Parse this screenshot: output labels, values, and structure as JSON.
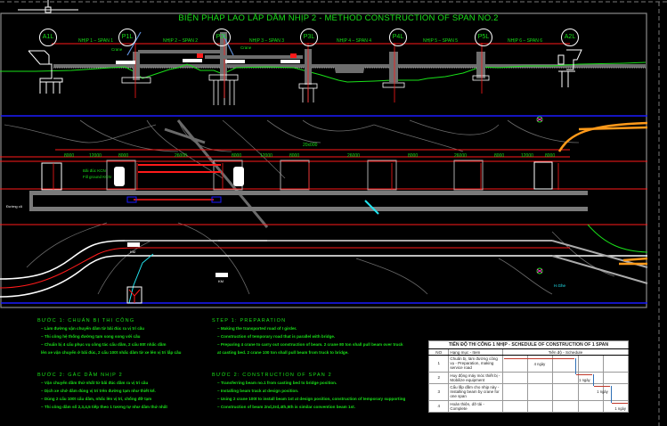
{
  "title": "BIỆN PHÁP LAO LẮP DẦM NHỊP 2 - METHOD CONSTRUCTION OF SPAN NO.2",
  "elevation": {
    "axes": [
      "A1L",
      "P1L",
      "P2L",
      "P3L",
      "P4L",
      "P5L",
      "A2L"
    ],
    "spans": [
      "NHỊP 1 – SPAN 1",
      "NHỊP 2 – SPAN 2",
      "NHỊP 3 – SPAN 3",
      "NHỊP 4 – SPAN 4",
      "NHỊP 5 – SPAN 5",
      "NHỊP 6 – SPAN 6"
    ],
    "crane_labels": [
      "Crane",
      "Crane"
    ]
  },
  "plan": {
    "overall_dim": "20x000",
    "dims": [
      "8000",
      "12000",
      "8000",
      "26000",
      "8000",
      "12000",
      "8000",
      "26000",
      "8000",
      "26000",
      "8000",
      "12000",
      "8000"
    ],
    "stockpile_labels": [
      "Bãi đúc KCN",
      "Fill ground KCN"
    ],
    "road_label": "Đường cũ",
    "marker_labels": [
      "KM",
      "KM"
    ],
    "cyan_label": "H.Ghe"
  },
  "notes_vi": {
    "step1": {
      "heading": "BƯỚC 1: CHUẨN BỊ THI CÔNG",
      "lines": [
        "– Làm đường vận chuyển dầm từ bãi đúc ra vị trí cầu",
        "– Thi công hệ thống đường tạm song song với cầu",
        "– Chuẩn bị 4 cẩu phục vụ công tác cẩu dầm, 2 cẩu 80t nhấc dầm",
        "lên xe vận chuyển ở bãi đúc, 2 cẩu 100t nhấc dầm từ xe lên vị trí lắp cầu"
      ]
    },
    "step2": {
      "heading": "BƯỚC 2: GÁC DẦM NHỊP 2",
      "lines": [
        "– Vận chuyển dầm thứ nhất từ bãi đúc dầm ra vị trí cầu",
        "– Dịch xe chở dầm đúng vị trí trên đường tạm như thiết kế.",
        "– Dùng 2 cẩu 100t cẩu dầm, nhấc lên vị trí, chống đỡ tạm",
        "– Thi công dầm số 2,3,4,5 tiếp theo 1 tương tự như dầm thứ nhất"
      ]
    }
  },
  "notes_en": {
    "step1": {
      "heading": "STEP 1: PREPARATION",
      "lines": [
        "– Making the transported road of I girder.",
        "– Construction of temporary road that is parallel with bridge.",
        "– Preparing 4 crane to carry out construction of beam. 2 crane 80 ton shall pull beam over truck",
        "at casting bed. 2 crane 100 ton shall pull beam from truck to bridge."
      ]
    },
    "step2": {
      "heading": "BƯỚC 2: CONSTRUCTION OF SPAN 2",
      "lines": [
        "– Transferring beam no.1 from casting bed to bridge position.",
        "– Installing beam track at design position.",
        "– Using 2 crane 100t to install beam 1st at design position, construction of temporary supporting",
        "– Construction of beam 2nd,3rd,4th,5th is similar convention beam 1st."
      ]
    }
  },
  "schedule": {
    "caption": "TIẾN ĐỘ THI CÔNG 1 NHỊP - SCHEDULE OF CONSTRUCTION OF 1 SPAN",
    "headers": {
      "no": "NO",
      "item": "Hạng mục - Item",
      "schedule": "Tiến độ - Schedule"
    },
    "rows": [
      {
        "no": "1",
        "item": "Chuẩn bị, làm đường công vụ - Preparation, making service road",
        "duration": "4 ngày",
        "start": 0,
        "days": 4
      },
      {
        "no": "2",
        "item": "Huy động máy móc thiết bị - Mobilize equipment",
        "duration": "1 ngày",
        "start": 4,
        "days": 1
      },
      {
        "no": "3",
        "item": "Cẩu lắp dầm cho nhịp này - Installing beam by crane for one span",
        "duration": "1 ngày",
        "start": 5,
        "days": 1
      },
      {
        "no": "4",
        "item": "Hoàn thiện, dỡ tải - Complete",
        "duration": "1 ngày",
        "start": 6,
        "days": 1
      }
    ],
    "total_days": 7
  },
  "colors": {
    "background": "#000000",
    "text_green": "#19e019",
    "centerline_red": "#ff1a1a",
    "gray": "#8a8a8a",
    "blue": "#1a1aff",
    "orange": "#ff9a1a",
    "cyan": "#22e5f0",
    "magenta": "#ff33cc"
  }
}
